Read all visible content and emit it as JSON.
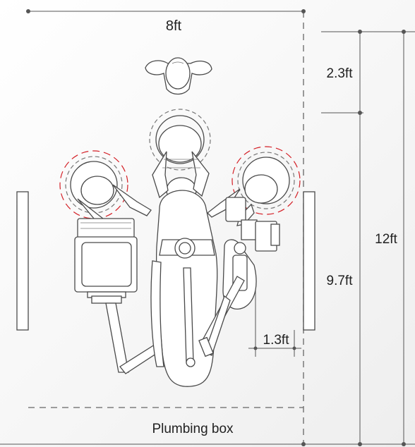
{
  "labels": {
    "room_width": "8ft",
    "top_clearance": "2.3ft",
    "room_length": "12ft",
    "chair_zone": "9.7ft",
    "side_gap": "1.3ft",
    "plumbing": "Plumbing box"
  },
  "colors": {
    "line": "#4a4a4a",
    "dimension": "#555555",
    "operator_zone": "#d41f26",
    "assistant_zone": "#777777"
  },
  "icons": [
    "person-standing-icon",
    "dentist-stool-icon",
    "assistant-stool-icon",
    "dental-chair-icon",
    "instrument-cart-icon"
  ]
}
